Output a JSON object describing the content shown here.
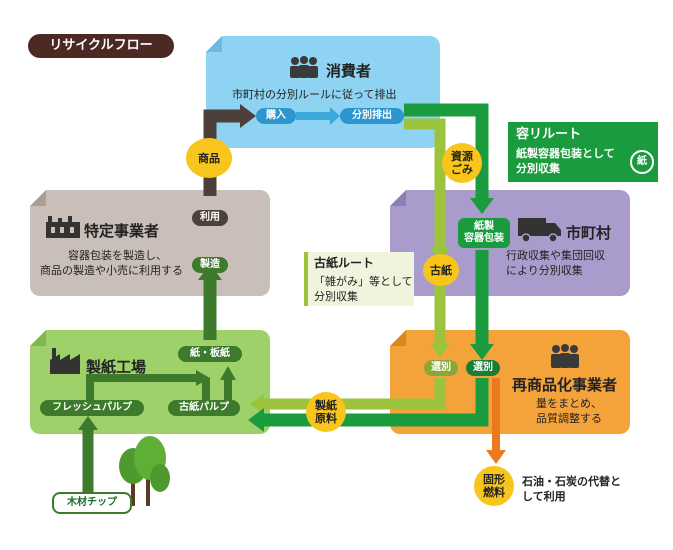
{
  "title": "リサイクルフロー",
  "consumer": {
    "heading": "消費者",
    "desc": "市町村の分別ルールに従って排出",
    "purchase": "購入",
    "sort_out": "分別排出"
  },
  "business": {
    "heading": "特定事業者",
    "desc_line1": "容器包装を製造し、",
    "desc_line2": "商品の製造や小売に利用する",
    "use": "利用",
    "manufacture": "製造"
  },
  "municipality": {
    "heading": "市町村",
    "desc_line1": "行政収集や集団回収",
    "desc_line2": "により分別収集"
  },
  "mill": {
    "heading": "製紙工場",
    "board": "紙・板紙",
    "fresh_pulp": "フレッシュパルプ",
    "recycled_pulp": "古紙パルプ"
  },
  "recycler": {
    "heading": "再商品化事業者",
    "desc_line1": "量をまとめ、",
    "desc_line2": "品質調整する",
    "sort_a": "選別",
    "sort_b": "選別"
  },
  "labels": {
    "product": "商品",
    "resource_waste_1": "資源",
    "resource_waste_2": "ごみ",
    "used_paper": "古紙",
    "paper_container_1": "紙製",
    "paper_container_2": "容器包装",
    "paper_material_1": "製紙",
    "paper_material_2": "原料",
    "solid_fuel_1": "固形",
    "solid_fuel_2": "燃料",
    "wood_chip": "木材チップ",
    "fuel_use_line1": "石油・石炭の代替と",
    "fuel_use_line2": "して利用"
  },
  "container_route": {
    "title": "容リルート",
    "line1": "紙製容器包装として",
    "line2": "分別収集",
    "badge": "紙"
  },
  "used_paper_route": {
    "title": "古紙ルート",
    "line1": "「雑がみ」等として",
    "line2": "分別収集"
  },
  "colors": {
    "consumer": "#8fd3f2",
    "business": "#c9bfb8",
    "municipality": "#a99ccc",
    "mill": "#9fd16a",
    "recycler": "#f4a23a",
    "container_route": "#1a9c3e",
    "used_paper_arrow": "#9bc43c",
    "dark_arrow": "#4d3f3a"
  }
}
